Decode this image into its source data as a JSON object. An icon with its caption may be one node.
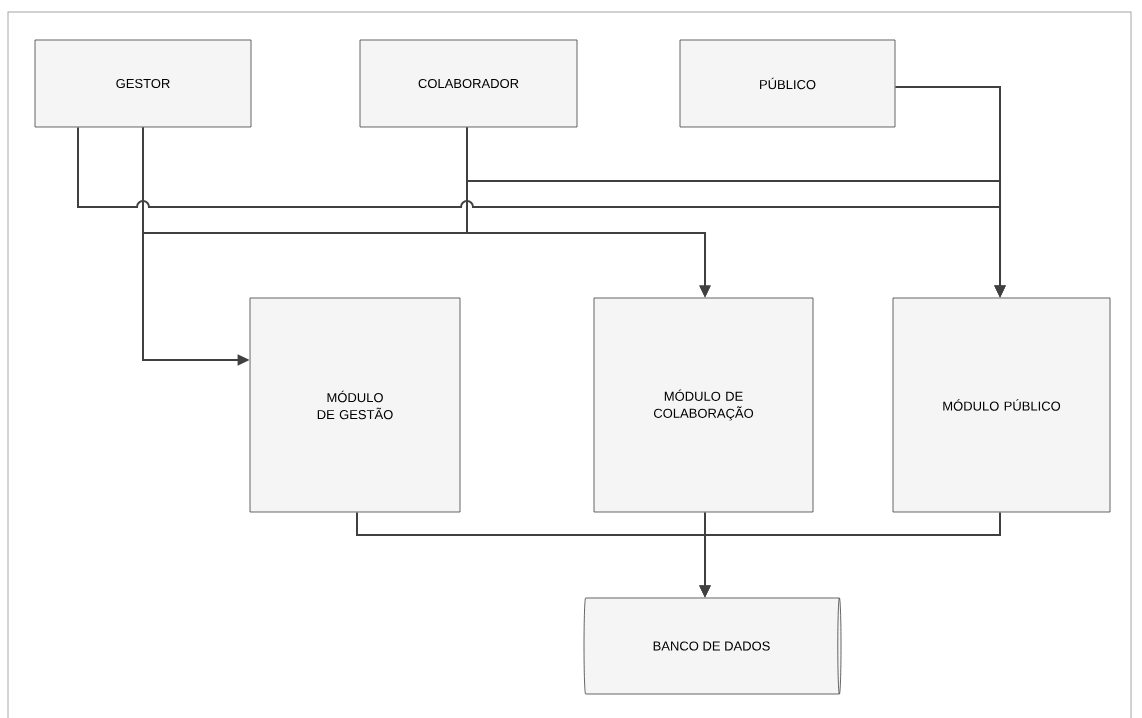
{
  "diagram": {
    "nodes": [
      {
        "text": [
          "GESTOR"
        ]
      },
      {
        "text": [
          "COLABORADOR"
        ]
      },
      {
        "text": [
          "PÚBLICO"
        ]
      },
      {
        "text": [
          "MÓDULO DE GESTÃO"
        ]
      },
      {
        "text": [
          "MÓDULO DE COLABORAÇÃO"
        ]
      },
      {
        "text": [
          "MÓDULO PÚBLICO"
        ]
      },
      {
        "text": [
          "BANCO DE DADOS"
        ]
      }
    ],
    "edges": [
      {
        "from": 0,
        "to": 3,
        "arrow": "to"
      },
      {
        "from": 0,
        "to": 4,
        "arrow": "to"
      },
      {
        "from": 0,
        "to": 5,
        "arrow": "to"
      },
      {
        "from": 1,
        "to": 4,
        "arrow": "to"
      },
      {
        "from": 1,
        "to": 5,
        "arrow": "to"
      },
      {
        "from": 2,
        "to": 5,
        "arrow": "to"
      },
      {
        "from": 3,
        "to": 6,
        "arrow": "to"
      },
      {
        "from": 4,
        "to": 6,
        "arrow": "to"
      },
      {
        "from": 5,
        "to": 6,
        "arrow": "to"
      }
    ]
  }
}
